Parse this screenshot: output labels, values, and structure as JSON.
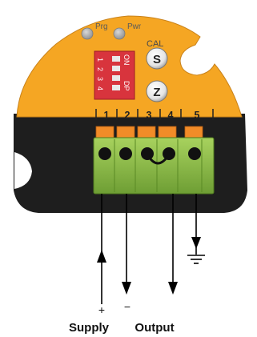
{
  "leds": [
    {
      "label": "Prg"
    },
    {
      "label": "Pwr"
    }
  ],
  "dip_switch": {
    "top_labels": [
      "ON",
      "DP"
    ],
    "position_labels": [
      "1",
      "2",
      "3",
      "4"
    ]
  },
  "calibration": {
    "label": "CAL",
    "buttons": [
      {
        "label": "S"
      },
      {
        "label": "Z"
      }
    ]
  },
  "terminals": [
    {
      "label": "1"
    },
    {
      "label": "2"
    },
    {
      "label": "3"
    },
    {
      "label": "4"
    },
    {
      "label": "5"
    }
  ],
  "wiring": {
    "supply_plus": "+",
    "supply_minus": "−",
    "supply_label": "Supply",
    "output_label": "Output"
  },
  "colors": {
    "housing_orange": "#f5a623",
    "base_dark": "#1e1e1e",
    "dip_red": "#d8343d",
    "connector_green": "#8fc04a",
    "lever_orange": "#f28c28"
  }
}
